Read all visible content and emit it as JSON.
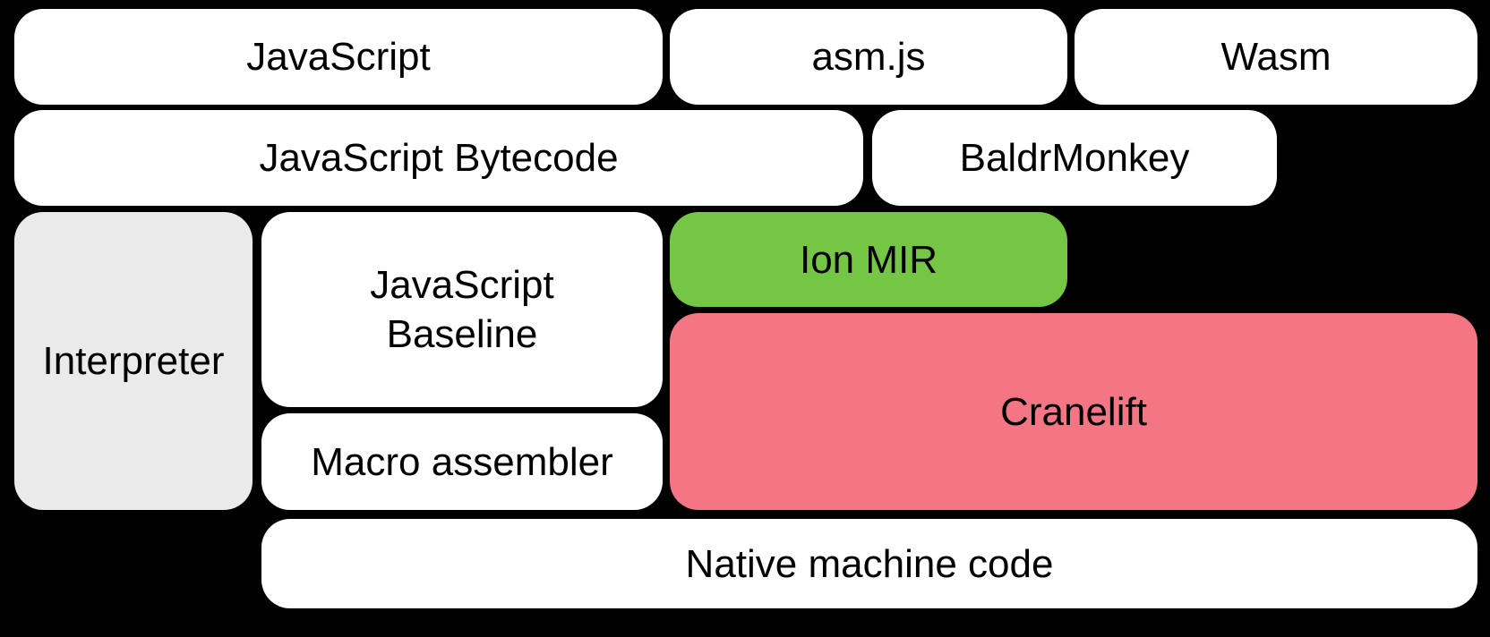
{
  "colors": {
    "background": "#000000",
    "white": "#FFFFFF",
    "gray": "#EAEAEA",
    "green": "#74C644",
    "pink": "#F47583",
    "text": "#000000"
  },
  "boxes": {
    "javascript": {
      "label": "JavaScript"
    },
    "asmjs": {
      "label": "asm.js"
    },
    "wasm": {
      "label": "Wasm"
    },
    "bytecode": {
      "label": "JavaScript Bytecode"
    },
    "baldrmonkey": {
      "label": "BaldrMonkey"
    },
    "interpreter": {
      "label": "Interpreter"
    },
    "baseline": {
      "line1": "JavaScript",
      "line2": "Baseline"
    },
    "ionmir": {
      "label": "Ion MIR"
    },
    "cranelift": {
      "label": "Cranelift"
    },
    "macroassembler": {
      "label": "Macro assembler"
    },
    "native": {
      "label": "Native machine code"
    }
  }
}
